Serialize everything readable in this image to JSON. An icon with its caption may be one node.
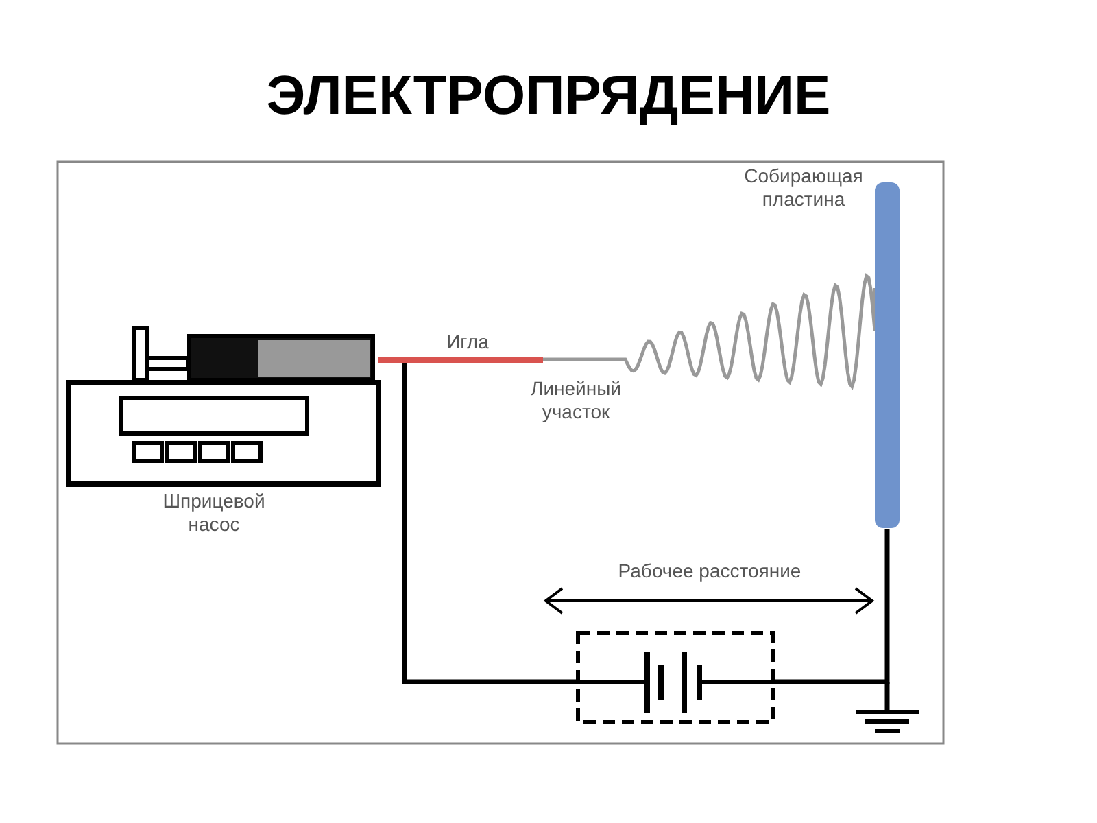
{
  "diagram": {
    "title": "ЭЛЕКТРОПРЯДЕНИЕ",
    "nodes": [
      {
        "text": [
          "Шприцевой насос"
        ]
      },
      {
        "text": [
          "Игла"
        ]
      },
      {
        "text": [
          "Собирающая пластина"
        ]
      },
      {
        "text": [],
        "shape": "box"
      }
    ],
    "edges": [
      {
        "from": 1,
        "to": 2,
        "arrow": "none",
        "color": "#999999"
      },
      {
        "from": 1,
        "to": 3,
        "arrow": "none"
      },
      {
        "from": 3,
        "to": 2,
        "arrow": "none"
      }
    ],
    "labels": [
      "Линейный участок",
      "Рабочее расстояние"
    ]
  }
}
